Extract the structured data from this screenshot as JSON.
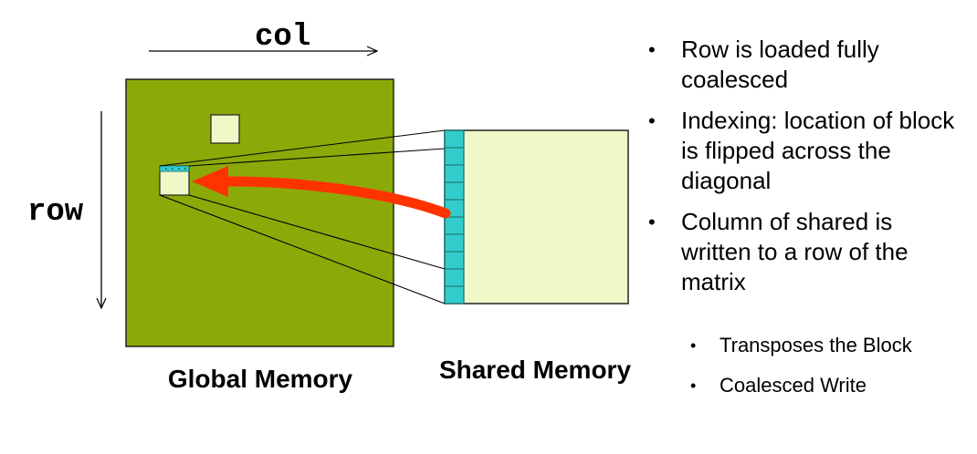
{
  "axis_labels": {
    "col": "col",
    "row": "row"
  },
  "captions": {
    "global_memory": "Global Memory",
    "shared_memory": "Shared Memory"
  },
  "bullets": [
    "Row is loaded fully coalesced",
    "Indexing: location of block is flipped across the diagonal",
    "Column of shared is written to a row of the matrix"
  ],
  "sub_bullets": [
    "Transposes the Block",
    "Coalesced Write"
  ],
  "colors": {
    "global_memory_fill": "#8BAA0A",
    "block_fill": "#F0F8C8",
    "shared_column_fill": "#33CCCC",
    "arrow": "#FF3300"
  }
}
